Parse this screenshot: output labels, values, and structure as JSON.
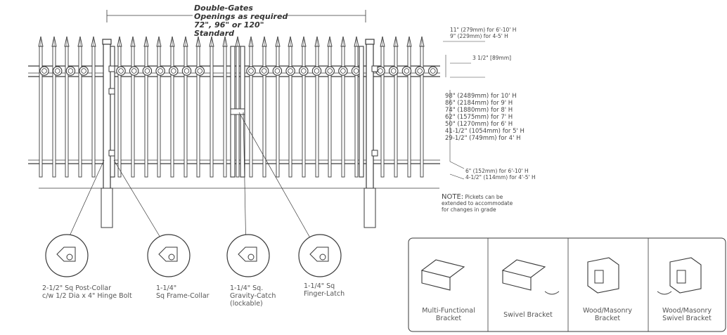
{
  "gate_title": {
    "line1": "Double-Gates",
    "line2": "Openings as required",
    "line3": "72\", 96\" or 120\"",
    "line4": "Standard"
  },
  "top_dims": {
    "line1": "11\" (279mm) for 6'-10' H",
    "line2": "9\" (229mm) for 4-5' H",
    "rail": "3 1/2\" [89mm]"
  },
  "height_list": [
    "98\" (2489mm) for 10' H",
    "86\" (2184mm) for 9' H",
    "74\" (1880mm) for 8' H",
    "62\" (1575mm) for 7' H",
    "50\" (1270mm) for 6' H",
    "41-1/2\" (1054mm) for 5' H",
    "29-1/2\" (749mm) for 4' H"
  ],
  "bottom_dims": {
    "line1": "6\" (152mm) for 6'-10' H",
    "line2": "4-1/2\" (114mm) for 4'-5' H"
  },
  "note": {
    "head": "NOTE:",
    "line1": "Pickets can be",
    "line2": "extended to accommodate",
    "line3": "for changes in grade"
  },
  "hardware": [
    {
      "label": "2-1/2\" Sq Post-Collar\nc/w 1/2 Dia x 4\" Hinge Bolt",
      "icon": "post-collar-icon"
    },
    {
      "label": "1-1/4\"\nSq Frame-Collar",
      "icon": "frame-collar-icon"
    },
    {
      "label": "1-1/4\" Sq.\nGravity-Catch\n(lockable)",
      "icon": "gravity-catch-icon"
    },
    {
      "label": "1-1/4\" Sq\nFinger-Latch",
      "icon": "finger-latch-icon"
    }
  ],
  "brackets": [
    {
      "label": "Multi-Functional\nBracket",
      "icon": "multi-bracket-icon"
    },
    {
      "label": "Swivel Bracket",
      "icon": "swivel-bracket-icon"
    },
    {
      "label": "Wood/Masonry\nBracket",
      "icon": "wood-bracket-icon"
    },
    {
      "label": "Wood/Masonry\nSwivel Bracket",
      "icon": "wood-swivel-bracket-icon"
    }
  ],
  "colors": {
    "line": "#3a3a3a",
    "pale": "#888888"
  }
}
